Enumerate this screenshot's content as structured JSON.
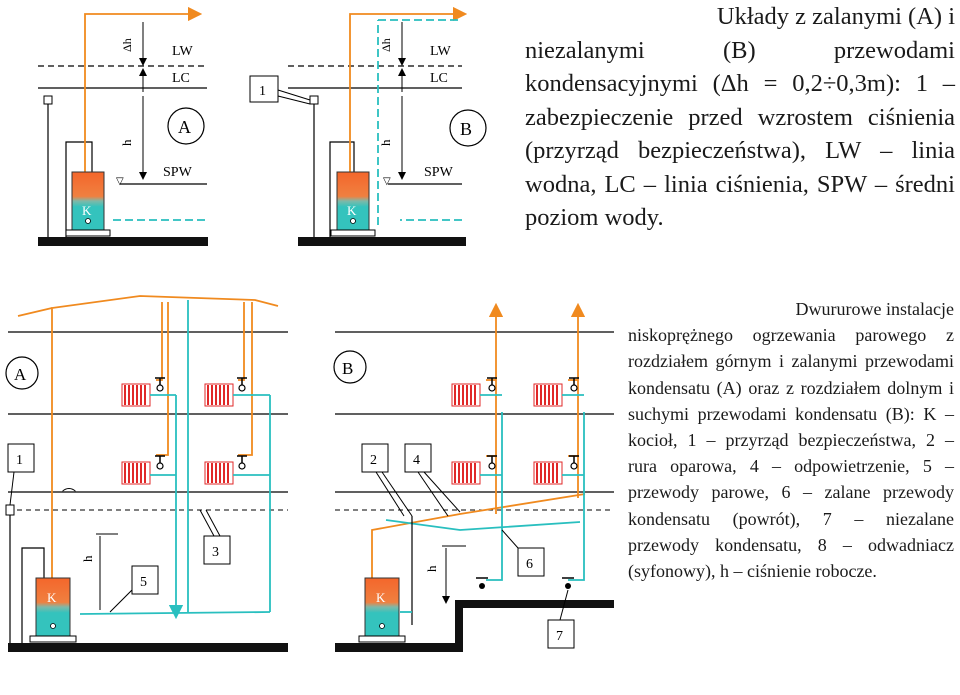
{
  "caption_top": {
    "title_line": "Układy z zalanymi (A) i",
    "body": "niezalanymi (B) przewodami kondensacyjnymi (Δh = 0,2÷0,3m): 1 – zabezpieczenie przed wzrostem ciśnienia (przyrząd bezpieczeństwa), LW – linia wodna, LC – linia ciśnienia, SPW – średni poziom wody."
  },
  "caption_bottom": {
    "title_line": "Dwururowe instalacje",
    "body": "niskoprężnego ogrzewania parowego z rozdziałem górnym i zalanymi przewodami kondensatu (A) oraz z rozdziałem dolnym i suchymi przewodami kondensatu (B): K – kocioł, 1 – przyrząd bezpieczeństwa, 2 – rura oparowa, 4 – odpowietrzenie, 5 – przewody parowe, 6 – zalane przewody kondensatu (powrót), 7 – niezalane przewody kondensatu, 8 – odwadniacz (syfonowy), h – ciśnienie robocze."
  },
  "labels": {
    "lw": "LW",
    "lc": "LC",
    "spw": "SPW",
    "dh": "Δh",
    "h": "h",
    "k": "K",
    "a": "A",
    "b": "B",
    "n1": "1",
    "n2": "2",
    "n3": "3",
    "n4": "4",
    "n5": "5",
    "n6": "6",
    "n7": "7"
  },
  "colors": {
    "steam": "#f08a1f",
    "condensate": "#29bfbf",
    "boiler_top": "#f4662b",
    "boiler_bottom": "#34c3bd",
    "radiator": "#e02828",
    "line": "#000000"
  }
}
